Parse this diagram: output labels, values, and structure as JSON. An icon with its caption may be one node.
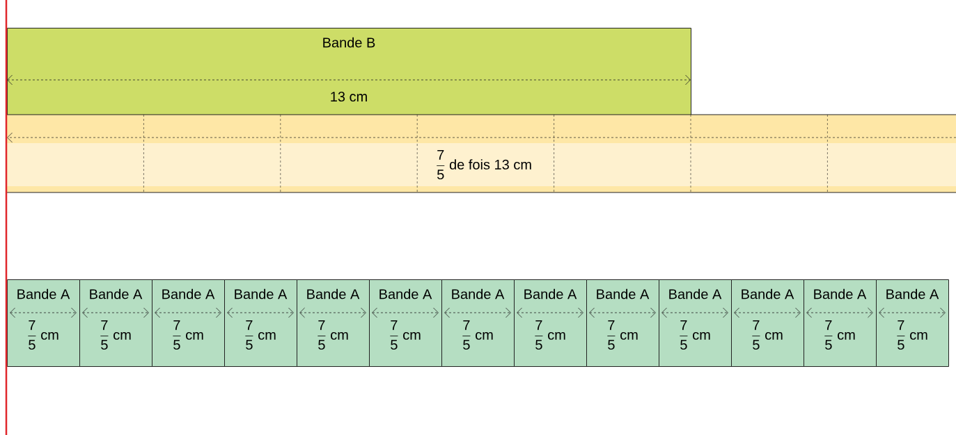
{
  "diagram": {
    "nodes": [
      {
        "text": [
          "Bande B",
          "13 cm"
        ]
      },
      {
        "text": [
          "\\frac{\\text{7}}{\\text{5}}\\text{ de fois 13 cm}"
        ]
      },
      {
        "text": [
          "Bande A",
          "\\frac{\\text{7}}{\\text{5}}\\text{ cm}"
        ]
      },
      {
        "text": [
          "Bande A",
          "\\frac{\\text{7}}{\\text{5}}\\text{ cm}"
        ]
      },
      {
        "text": [
          "Bande A",
          "\\frac{\\text{7}}{\\text{5}}\\text{ cm}"
        ]
      },
      {
        "text": [
          "Bande A",
          "\\frac{\\text{7}}{\\text{5}}\\text{ cm}"
        ]
      },
      {
        "text": [
          "Bande A",
          "\\frac{\\text{7}}{\\text{5}}\\text{ cm}"
        ]
      },
      {
        "text": [
          "Bande A",
          "\\frac{\\text{7}}{\\text{5}}\\text{ cm}"
        ]
      },
      {
        "text": [
          "Bande A",
          "\\frac{\\text{7}}{\\text{5}}\\text{ cm}"
        ]
      },
      {
        "text": [
          "Bande A",
          "\\frac{\\text{7}}{\\text{5}}\\text{ cm}"
        ]
      },
      {
        "text": [
          "Bande A",
          "\\frac{\\text{7}}{\\text{5}}\\text{ cm}"
        ]
      },
      {
        "text": [
          "Bande A",
          "\\frac{\\text{7}}{\\text{5}}\\text{ cm}"
        ]
      },
      {
        "text": [
          "Bande A",
          "\\frac{\\text{7}}{\\text{5}}\\text{ cm}"
        ]
      },
      {
        "text": [
          "Bande A",
          "\\frac{\\text{7}}{\\text{5}}\\text{ cm}"
        ]
      },
      {
        "text": [
          "Bande A",
          "\\frac{\\text{7}}{\\text{5}}\\text{ cm}"
        ]
      }
    ]
  }
}
